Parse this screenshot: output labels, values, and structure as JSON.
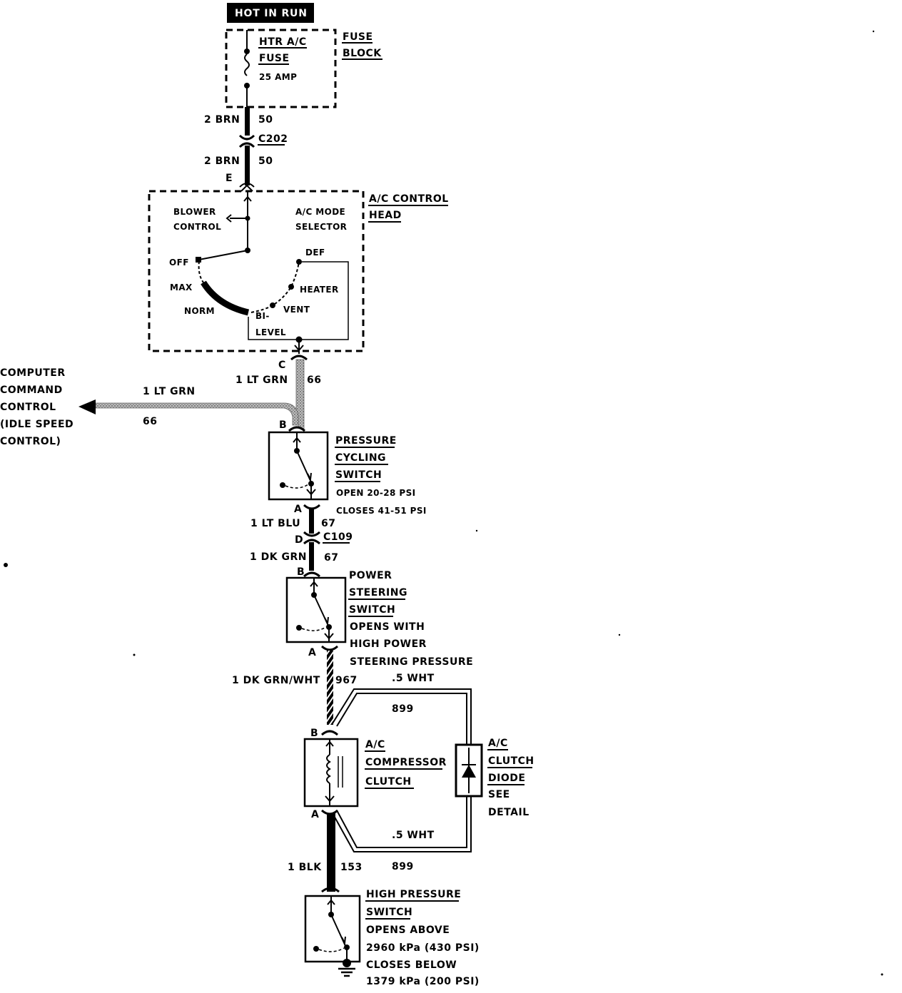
{
  "power_source": "HOT IN RUN",
  "fuse_block": {
    "title_lines": [
      "FUSE",
      "BLOCK"
    ],
    "fuse_label_lines": [
      "HTR A/C",
      "FUSE"
    ],
    "fuse_rating": "25 AMP"
  },
  "wires": {
    "upper_brn": {
      "gauge_color": "2 BRN",
      "circuit": "50"
    },
    "lower_brn": {
      "gauge_color": "2 BRN",
      "circuit": "50"
    },
    "lt_grn_main": {
      "gauge_color": "1 LT GRN",
      "circuit": "66"
    },
    "lt_grn_ccc": {
      "gauge_color": "1 LT GRN",
      "circuit": "66"
    },
    "lt_blu": {
      "gauge_color": "1 LT BLU",
      "circuit": "67"
    },
    "dk_grn": {
      "gauge_color": "1 DK GRN",
      "circuit": "67"
    },
    "dk_grn_wht": {
      "gauge_color": "1 DK GRN/WHT",
      "circuit": "967"
    },
    "wht_upper": {
      "gauge_color": ".5 WHT",
      "circuit": "899"
    },
    "wht_lower": {
      "gauge_color": ".5 WHT",
      "circuit": "899"
    },
    "blk": {
      "gauge_color": "1 BLK",
      "circuit": "153"
    }
  },
  "connectors": {
    "c202": "C202",
    "c109": "C109",
    "pin_e": "E",
    "pin_c": "C",
    "pin_d": "D",
    "pcs_b": "B",
    "pcs_a": "A",
    "pss_b": "B",
    "pss_a": "A",
    "clutch_b": "B",
    "clutch_a": "A"
  },
  "control_head": {
    "title_lines": [
      "A/C CONTROL",
      "HEAD"
    ],
    "blower_lines": [
      "BLOWER",
      "CONTROL"
    ],
    "mode_lines": [
      "A/C MODE",
      "SELECTOR"
    ],
    "positions": {
      "off": "OFF",
      "max": "MAX",
      "norm": "NORM",
      "bi": "BI-",
      "level": "LEVEL",
      "vent": "VENT",
      "heater": "HEATER",
      "def": "DEF"
    }
  },
  "ccc_lines": [
    "COMPUTER",
    "COMMAND",
    "CONTROL",
    "(IDLE SPEED",
    "CONTROL)"
  ],
  "pressure_cycling_switch": {
    "title_lines": [
      "PRESSURE",
      "CYCLING",
      "SWITCH"
    ],
    "desc_lines": [
      "OPEN 20-28 PSI",
      "CLOSES 41-51 PSI"
    ]
  },
  "power_steering_switch": {
    "title_lines": [
      "POWER",
      "STEERING",
      "SWITCH"
    ],
    "desc_lines": [
      "OPENS WITH",
      "HIGH POWER",
      "STEERING PRESSURE"
    ]
  },
  "compressor_clutch": {
    "title_lines": [
      "A/C",
      "COMPRESSOR",
      "CLUTCH"
    ]
  },
  "clutch_diode": {
    "title_lines": [
      "A/C",
      "CLUTCH",
      "DIODE"
    ],
    "desc_lines": [
      "SEE",
      "DETAIL"
    ]
  },
  "high_pressure_switch": {
    "title_lines": [
      "HIGH PRESSURE",
      "SWITCH"
    ],
    "desc_lines": [
      "OPENS ABOVE",
      "2960 kPa (430 PSI)",
      "CLOSES BELOW",
      "1379 kPa (200 PSI)"
    ]
  },
  "colors": {
    "ink": "#000000",
    "paper": "#ffffff",
    "lt_grn_wire": "#8a8a8a"
  }
}
